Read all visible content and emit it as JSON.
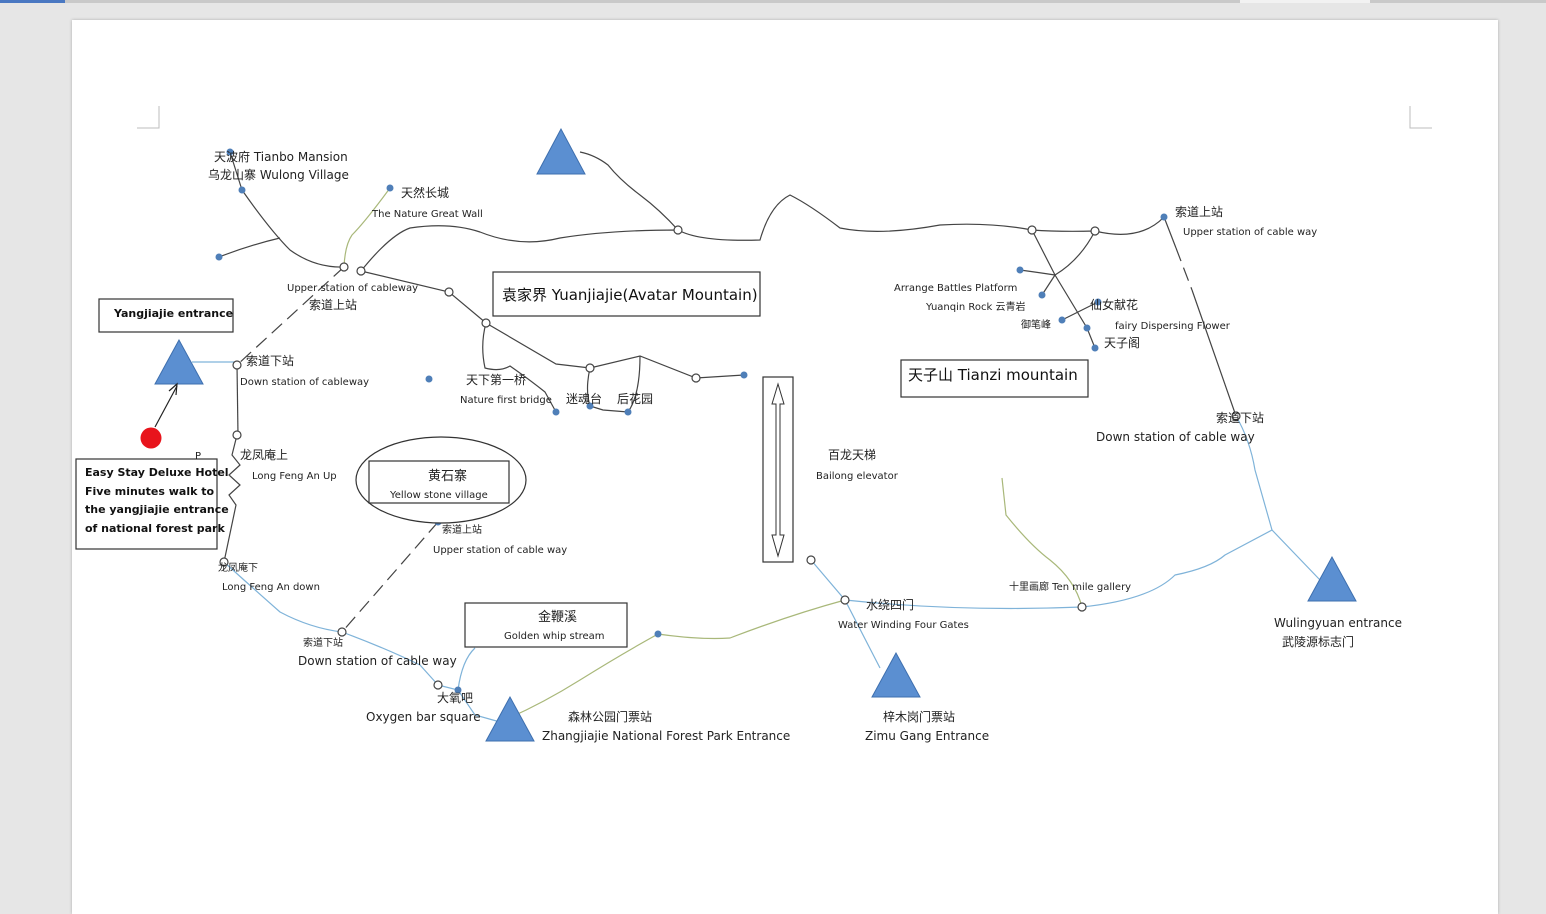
{
  "boxes": {
    "yangjiajie_entrance": "Yangjiajie entrance",
    "hotel_line1": "Easy Stay Deluxe Hotel",
    "hotel_line2": "Five  minutes  walk  to",
    "hotel_line3": "the  yangjiajie  entrance",
    "hotel_line4": "of national forest park",
    "yuanjiajie": "袁家界 Yuanjiajie(Avatar Mountain)",
    "tianzi": "天子山  Tianzi mountain",
    "yellow_stone_zh": "黄石寨",
    "yellow_stone_en": "Yellow stone village",
    "golden_whip_zh": "金鞭溪",
    "golden_whip_en": "Golden whip stream"
  },
  "labels": {
    "tianbo": "天波府 Tianbo Mansion",
    "wulong": "乌龙山寨  Wulong Village",
    "great_wall_zh": "天然长城",
    "great_wall_en": "The Nature Great Wall",
    "upper_cableway_en": "Upper station of cableway",
    "upper_cableway_zh": "索道上站",
    "down_cableway_zh": "索道下站",
    "down_cableway_en": "Down station of cableway",
    "longfeng_up_zh": "龙凤庵上",
    "longfeng_up_en": "Long Feng An Up",
    "longfeng_down_zh": "龙凤庵下",
    "longfeng_down_en": "Long Feng An down",
    "first_bridge_zh": "天下第一桥",
    "first_bridge_en": "Nature first bridge",
    "mihun": "迷魂台",
    "houhua": "后花园",
    "ys_upper_zh": "索道上站",
    "ys_upper_en": "Upper station of cable way",
    "ys_down_zh": "索道下站",
    "ys_down_en": "Down  station of cable way",
    "oxygen_zh": "大氧吧",
    "oxygen_en": "Oxygen bar square",
    "forest_entrance_zh": "森林公园门票站",
    "forest_entrance_en": "Zhangjiajie National Forest Park Entrance",
    "bailong_zh": "百龙天梯",
    "bailong_en": "Bailong elevator",
    "water_zh": "水绕四门",
    "water_en": "Water Winding Four Gates",
    "zimu_zh": "梓木岗门票站",
    "zimu_en": "Zimu Gang Entrance",
    "tenmile": "十里画廊  Ten mile gallery",
    "tz_upper_zh": "索道上站",
    "tz_upper_en": "Upper station of cable way",
    "arrange": "Arrange Battles Platform",
    "yuanqin": "Yuanqin Rock  云青岩",
    "yubi": "御笔峰",
    "xiannv": "仙女献花",
    "fairy": "fairy Dispersing Flower",
    "tianzige": "天子阁",
    "tz_down_zh": "索道下站",
    "tz_down_en": "Down  station of cable way",
    "wulingyuan_en": "Wulingyuan  entrance",
    "wulingyuan_zh": "武陵源标志门",
    "p_mark": "P"
  },
  "colors": {
    "triangle": "#5b8fd1",
    "hotel_marker": "#e8141c",
    "route_dark": "#444444",
    "route_blue": "#7fb3d9",
    "route_green": "#a9b87a",
    "dot": "#4f7fb8"
  },
  "icons": {
    "entrance": "triangle-icon",
    "hotel": "red-circle-icon",
    "elevator": "double-arrow-icon"
  }
}
